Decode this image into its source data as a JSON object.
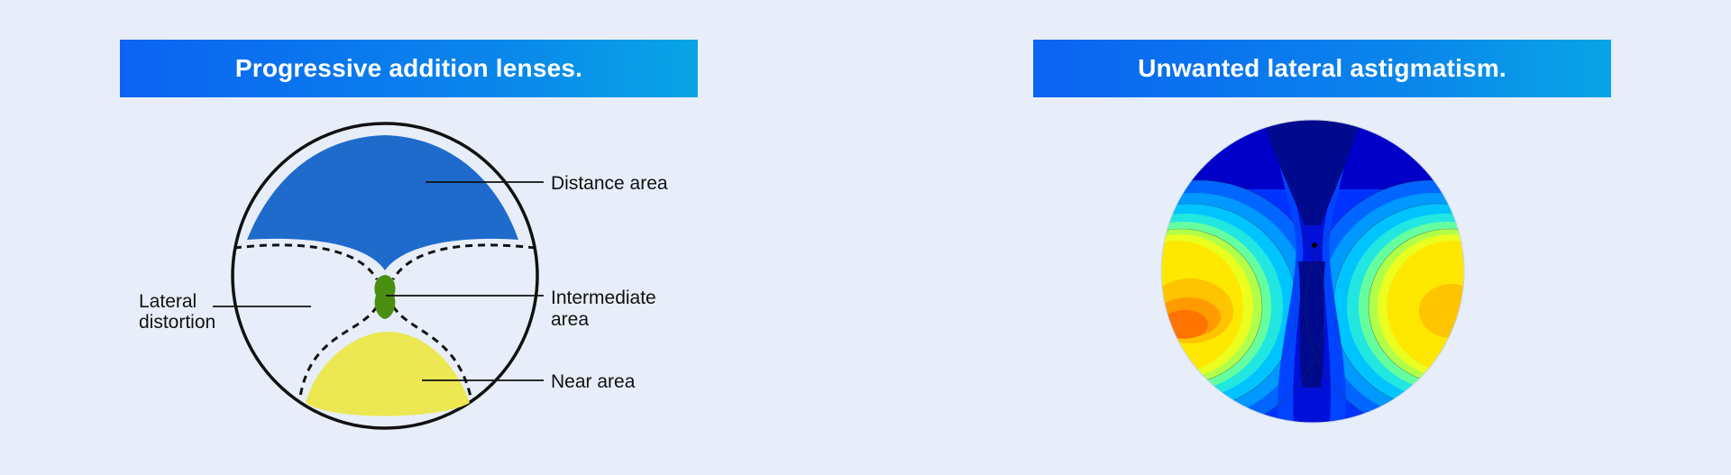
{
  "left_panel": {
    "title": "Progressive addition lenses.",
    "labels": {
      "distance": "Distance area",
      "intermediate_line1": "Intermediate",
      "intermediate_line2": "area",
      "near": "Near area",
      "lateral_line1": "Lateral",
      "lateral_line2": "distortion"
    },
    "colors": {
      "distance": "#1e6bcc",
      "intermediate": "#4a8f12",
      "near": "#ece852",
      "outline": "#111111"
    }
  },
  "right_panel": {
    "title": "Unwanted lateral astigmatism.",
    "colormap": "jet"
  }
}
